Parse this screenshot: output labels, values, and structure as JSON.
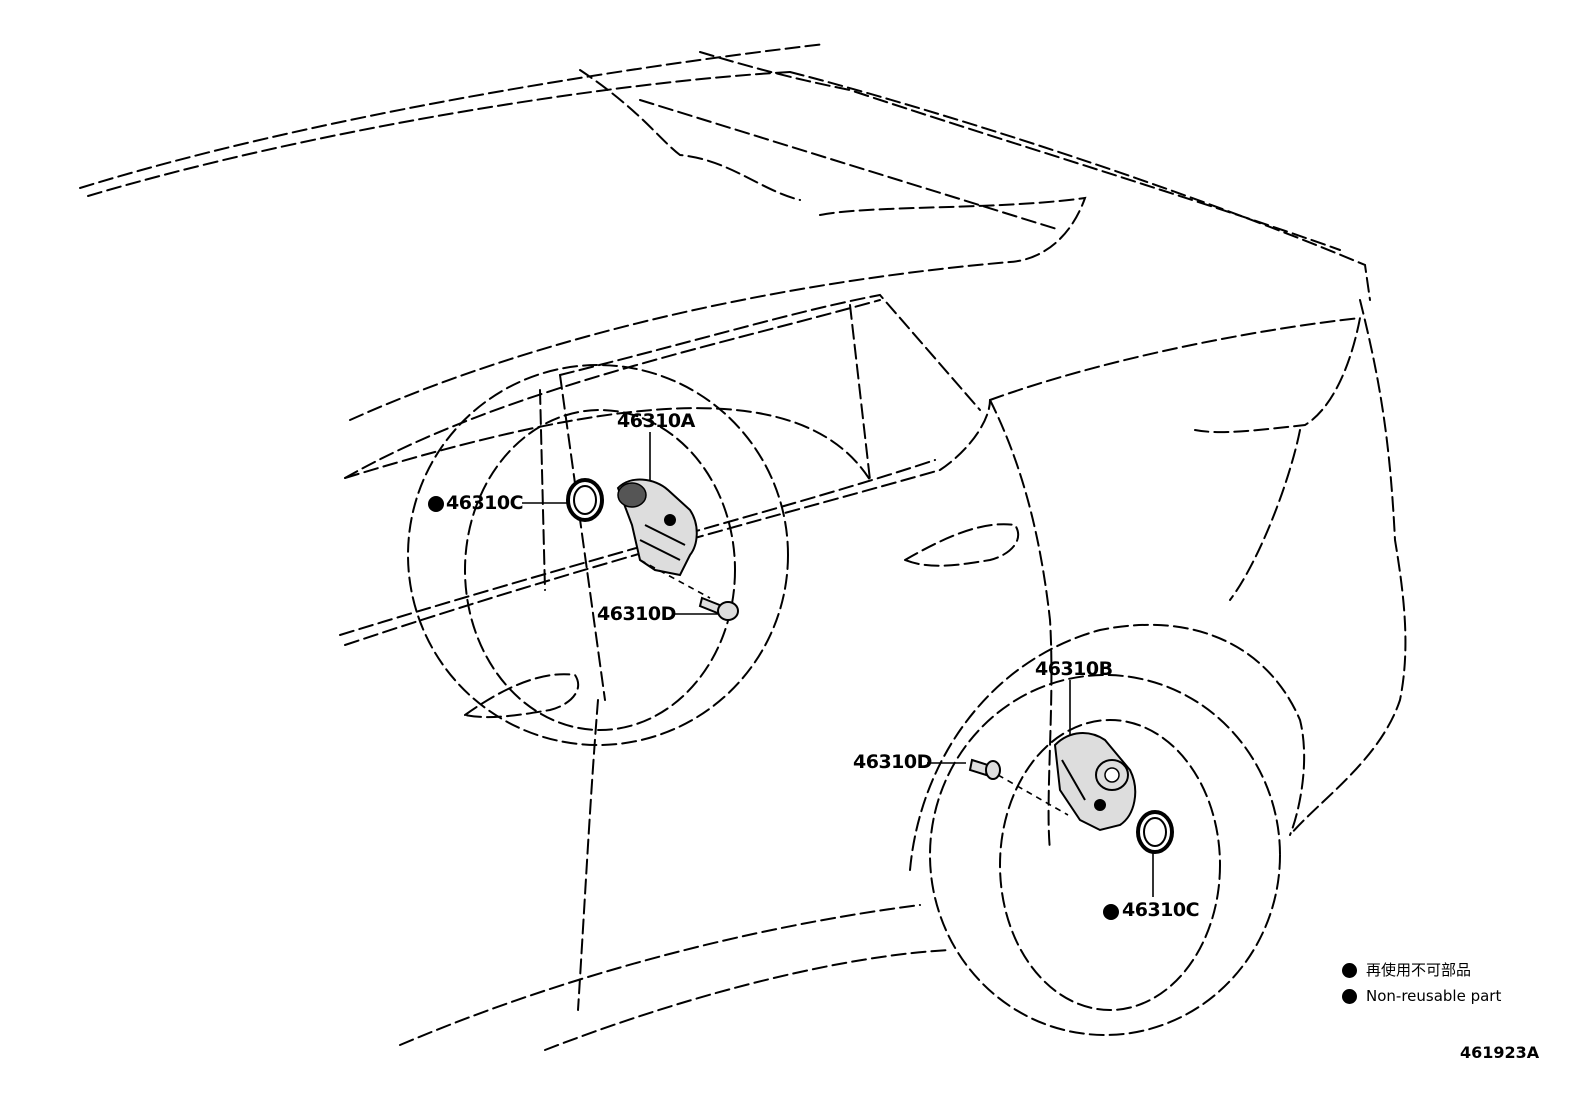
{
  "callouts": {
    "motor_front": "46310A",
    "motor_rear": "46310B",
    "seal_front": "46310C",
    "seal_rear": "46310C",
    "bolt_front": "46310D",
    "bolt_rear": "46310D"
  },
  "legend": {
    "japanese": "再使用不可部品",
    "english": "Non-reusable part"
  },
  "figure_number": "461923A"
}
